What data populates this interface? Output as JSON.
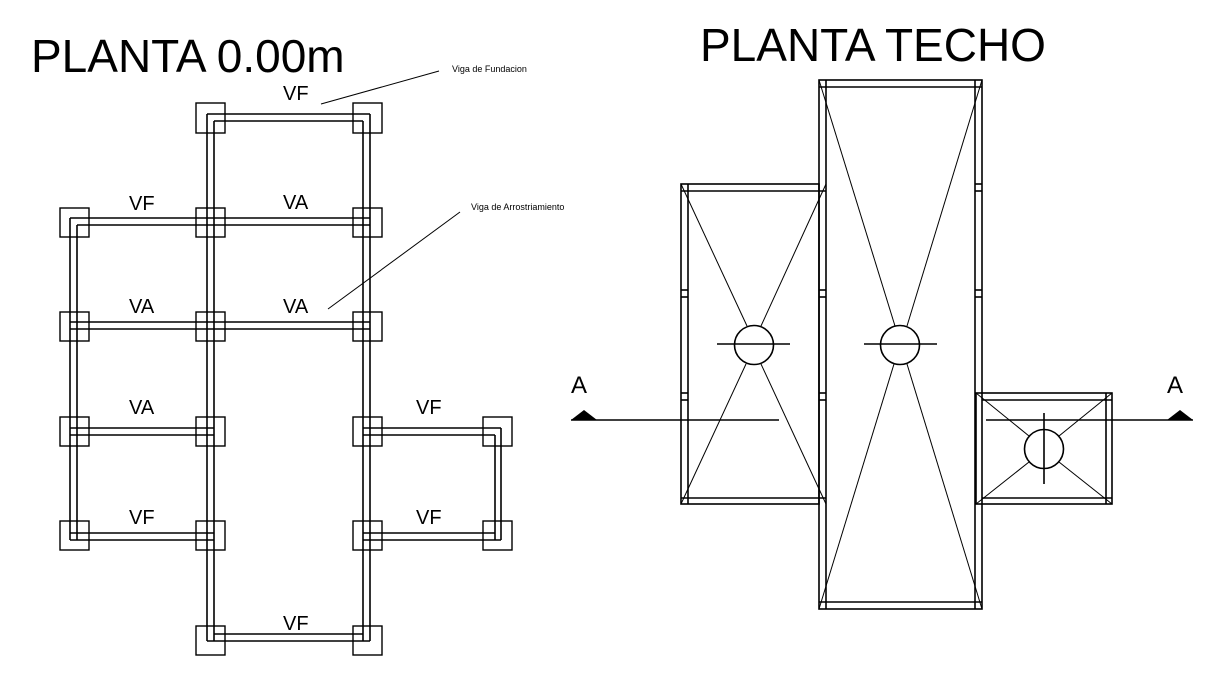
{
  "left_plan": {
    "title": "PLANTA 0.00m",
    "annotations": [
      {
        "id": "fundacion",
        "text": "Viga de Fundacion"
      },
      {
        "id": "arrostriamiento",
        "text": "Viga de Arrostriamiento"
      }
    ],
    "beam_labels": [
      {
        "id": "top-vf",
        "text": "VF"
      },
      {
        "id": "row1-left-vf",
        "text": "VF"
      },
      {
        "id": "row1-right-va",
        "text": "VA"
      },
      {
        "id": "row2-left-va",
        "text": "VA"
      },
      {
        "id": "row2-right-va",
        "text": "VA"
      },
      {
        "id": "row3-left-va",
        "text": "VA"
      },
      {
        "id": "row3-right-vf",
        "text": "VF"
      },
      {
        "id": "row4-left-vf",
        "text": "VF"
      },
      {
        "id": "row4-right-vf",
        "text": "VF"
      },
      {
        "id": "bottom-vf",
        "text": "VF"
      }
    ]
  },
  "right_plan": {
    "title": "PLANTA TECHO",
    "section_marks": [
      {
        "id": "left",
        "text": "A"
      },
      {
        "id": "right",
        "text": "A"
      }
    ]
  }
}
